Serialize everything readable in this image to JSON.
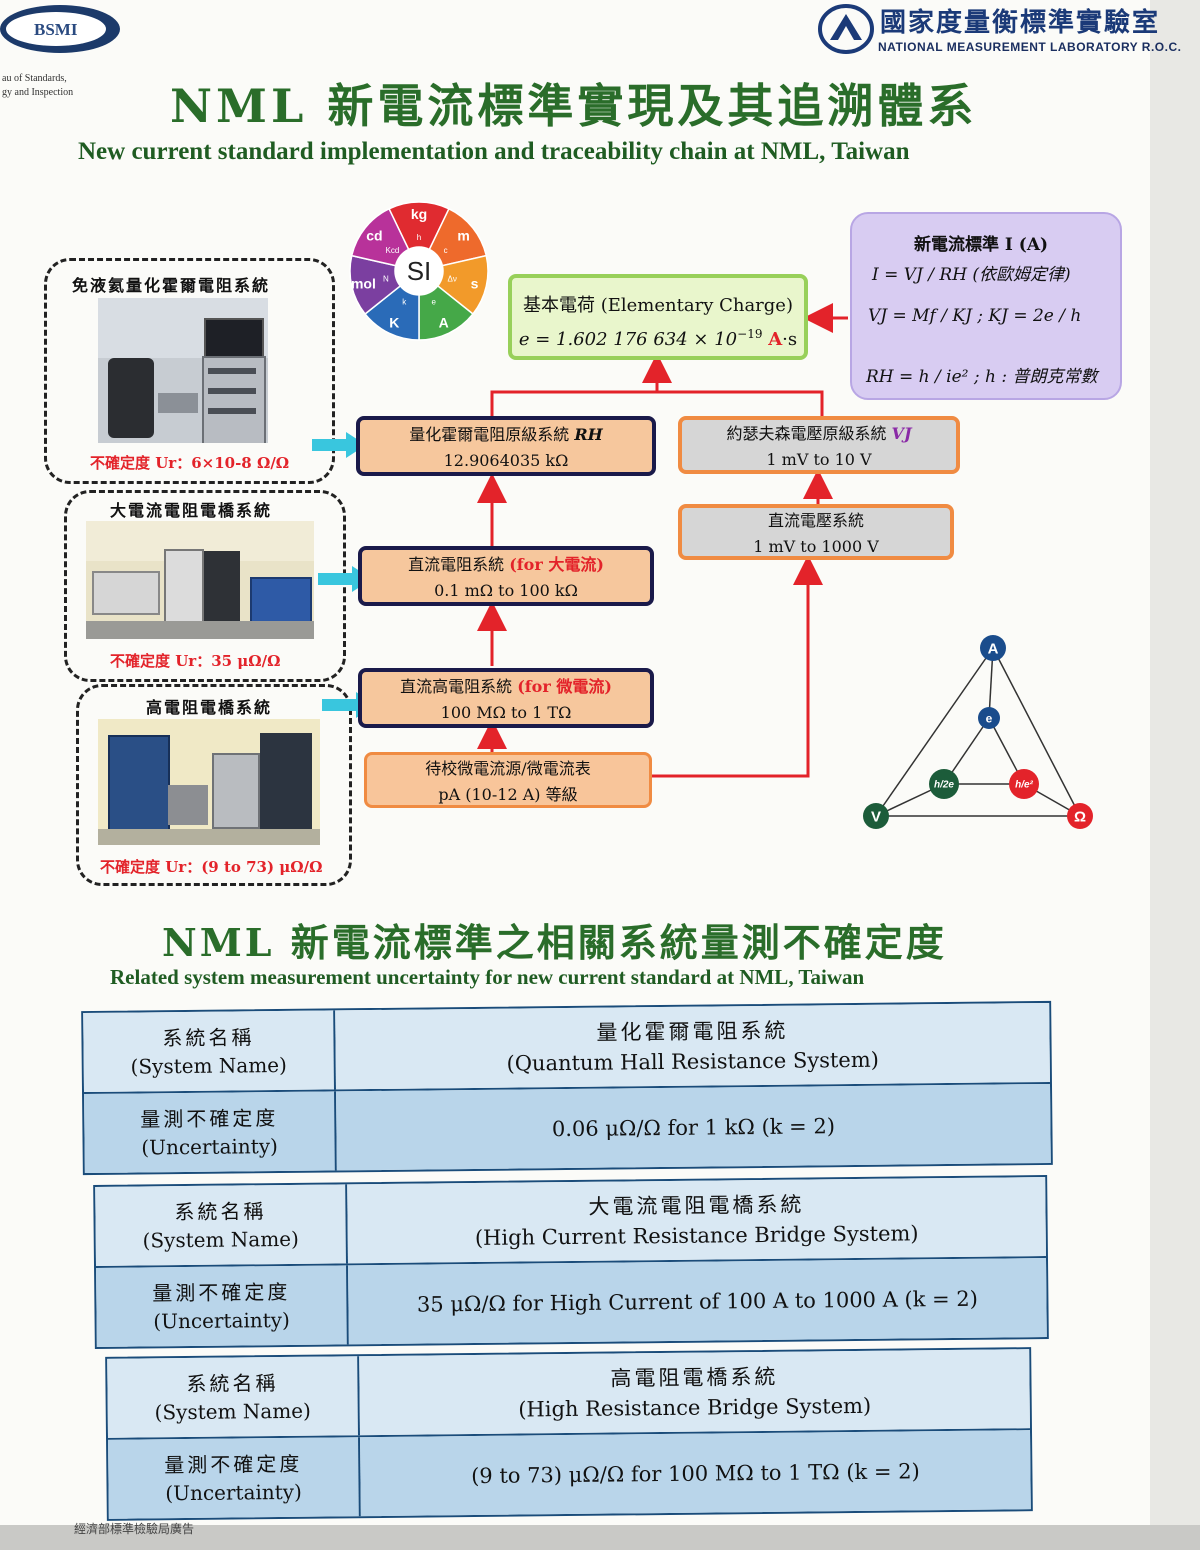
{
  "header": {
    "bsmi_logo_text": "BSMI",
    "bsmi_sub_line1": "au of Standards,",
    "bsmi_sub_line2": "gy and Inspection",
    "nml_name_zh": "國家度量衡標準實驗室",
    "nml_name_en": "NATIONAL MEASUREMENT LABORATORY R.O.C.",
    "title_zh": "NML 新電流標準實現及其追溯體系",
    "title_en": "New current standard implementation and traceability chain at NML, Taiwan"
  },
  "si_wheel": {
    "center": "SI",
    "units": [
      "kg",
      "m",
      "s",
      "A",
      "K",
      "mol",
      "cd"
    ],
    "constants": [
      "h",
      "c",
      "Δν",
      "e",
      "k",
      "N",
      "Kcd"
    ]
  },
  "panels": [
    {
      "title": "免液氦量化霍爾電阻系統",
      "uncertainty": "不確定度 Ur：6×10-8 Ω/Ω"
    },
    {
      "title": "大電流電阻電橋系統",
      "uncertainty": "不確定度 Ur：35 μΩ/Ω"
    },
    {
      "title": "高電阻電橋系統",
      "uncertainty": "不確定度 Ur：(9 to 73) μΩ/Ω"
    }
  ],
  "flow": {
    "elementary_charge": {
      "line1": "基本電荷 (Elementary Charge)",
      "line2_pre": "e = 1.602 176 634 × 10",
      "line2_exp": "−19",
      "line2_unit_a": "A",
      "line2_unit_s": "·s"
    },
    "qhr": {
      "label": "量化霍爾電阻原級系統 ",
      "symbol": "RH",
      "value": "12.9064035 kΩ"
    },
    "josephson": {
      "label": "約瑟夫森電壓原級系統 ",
      "symbol": "VJ",
      "value": "1 mV to 10 V"
    },
    "dc_voltage": {
      "label": "直流電壓系統",
      "value": "1 mV to 1000 V"
    },
    "dc_resistance": {
      "label": "直流電阻系統 ",
      "highlight": "(for 大電流)",
      "value": "0.1 mΩ to 100 kΩ"
    },
    "dc_high_resistance": {
      "label": "直流高電阻系統 ",
      "highlight": "(for 微電流)",
      "value": "100 MΩ to 1 TΩ"
    },
    "dut": {
      "label": "待校微電流源/微電流表",
      "value": "pA (10-12 A) 等級"
    }
  },
  "formula": {
    "title": "新電流標準 I (A)",
    "ohm_law": "I = VJ / RH  (依歐姆定律)",
    "vj": "VJ = Mf / KJ ;  KJ = 2e / h",
    "rh": "RH = h / ie² ;  h : 普朗克常數"
  },
  "triangle": {
    "top": "A",
    "center": "e",
    "left": "V",
    "right": "Ω",
    "inner_left": "h/2e",
    "inner_right": "h/e²"
  },
  "section2": {
    "title_zh": "NML 新電流標準之相關系統量測不確定度",
    "title_en": "Related system measurement uncertainty for new current standard at NML, Taiwan",
    "row_label_name_zh": "系統名稱",
    "row_label_name_en": "(System Name)",
    "row_label_unc_zh": "量測不確定度",
    "row_label_unc_en": "(Uncertainty)",
    "tables": [
      {
        "name_zh": "量化霍爾電阻系統",
        "name_en": "(Quantum Hall Resistance System)",
        "uncertainty": "0.06 μΩ/Ω for 1 kΩ (k = 2)"
      },
      {
        "name_zh": "大電流電阻電橋系統",
        "name_en": "(High Current Resistance Bridge System)",
        "uncertainty": "35 μΩ/Ω for High Current of 100 A to 1000 A (k = 2)"
      },
      {
        "name_zh": "高電阻電橋系統",
        "name_en": "(High Resistance Bridge System)",
        "uncertainty": "(9 to 73) μΩ/Ω for 100 MΩ to 1 TΩ (k = 2)"
      }
    ]
  },
  "footer": "經濟部標準檢驗局廣告"
}
